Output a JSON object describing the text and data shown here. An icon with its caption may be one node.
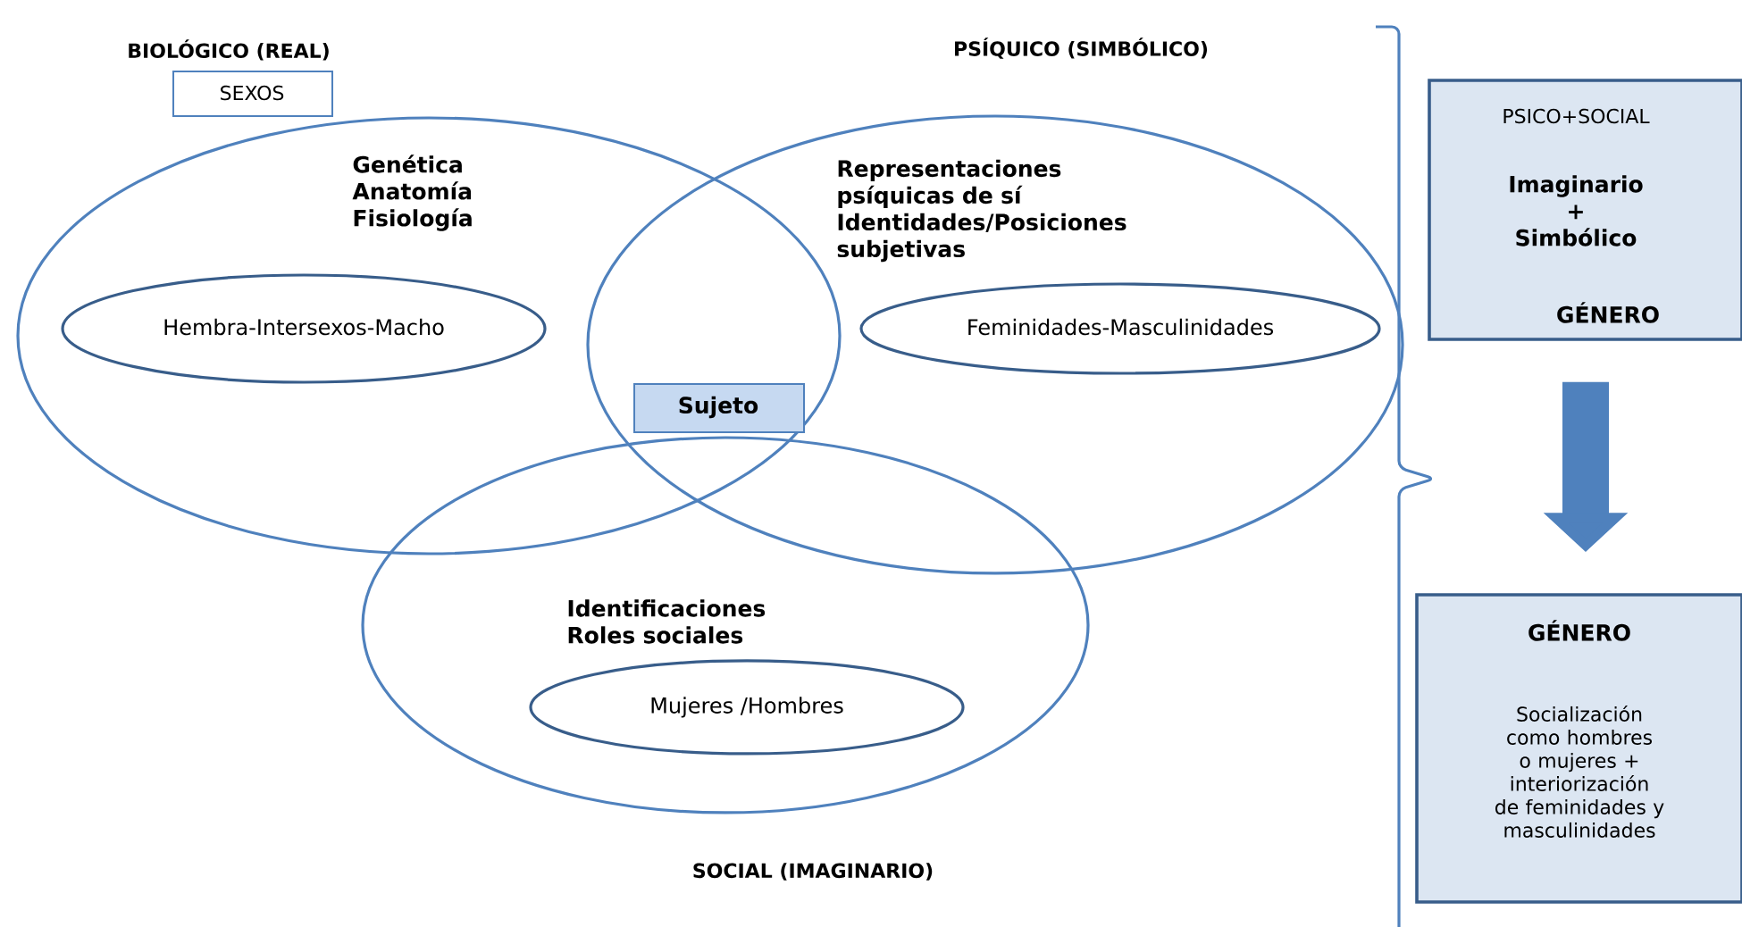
{
  "diagram": {
    "nodes": [
      {
        "text": [
          "BIOLÓGICO (REAL)",
          "Genética Anatomía Fisiología"
        ]
      },
      {
        "text": [
          "SEXOS"
        ]
      },
      {
        "text": [
          "Hembra-Intersexos-Macho"
        ],
        "in": 0
      },
      {
        "text": [
          "PSÍQUICO (SIMBÓLICO)",
          "Representaciones psíquicas de sí Identidades/Posiciones subjetivas"
        ]
      },
      {
        "text": [
          "Feminidades-Masculinidades"
        ],
        "in": 3
      },
      {
        "text": [
          "Identificaciones Roles sociales",
          "SOCIAL (IMAGINARIO)"
        ]
      },
      {
        "text": [
          "Mujeres /Hombres"
        ],
        "in": 5
      },
      {
        "text": [
          "Sujeto"
        ]
      },
      {
        "text": [
          "PSICO+SOCIAL",
          "Imaginario + Simbólico",
          "GÉNERO"
        ]
      },
      {
        "text": [
          "GÉNERO",
          "Socialización como hombres o mujeres + interiorización de feminidades y masculinidades"
        ]
      }
    ],
    "edges": [
      {
        "from": 8,
        "to": 9,
        "arrow": "to"
      }
    ]
  }
}
